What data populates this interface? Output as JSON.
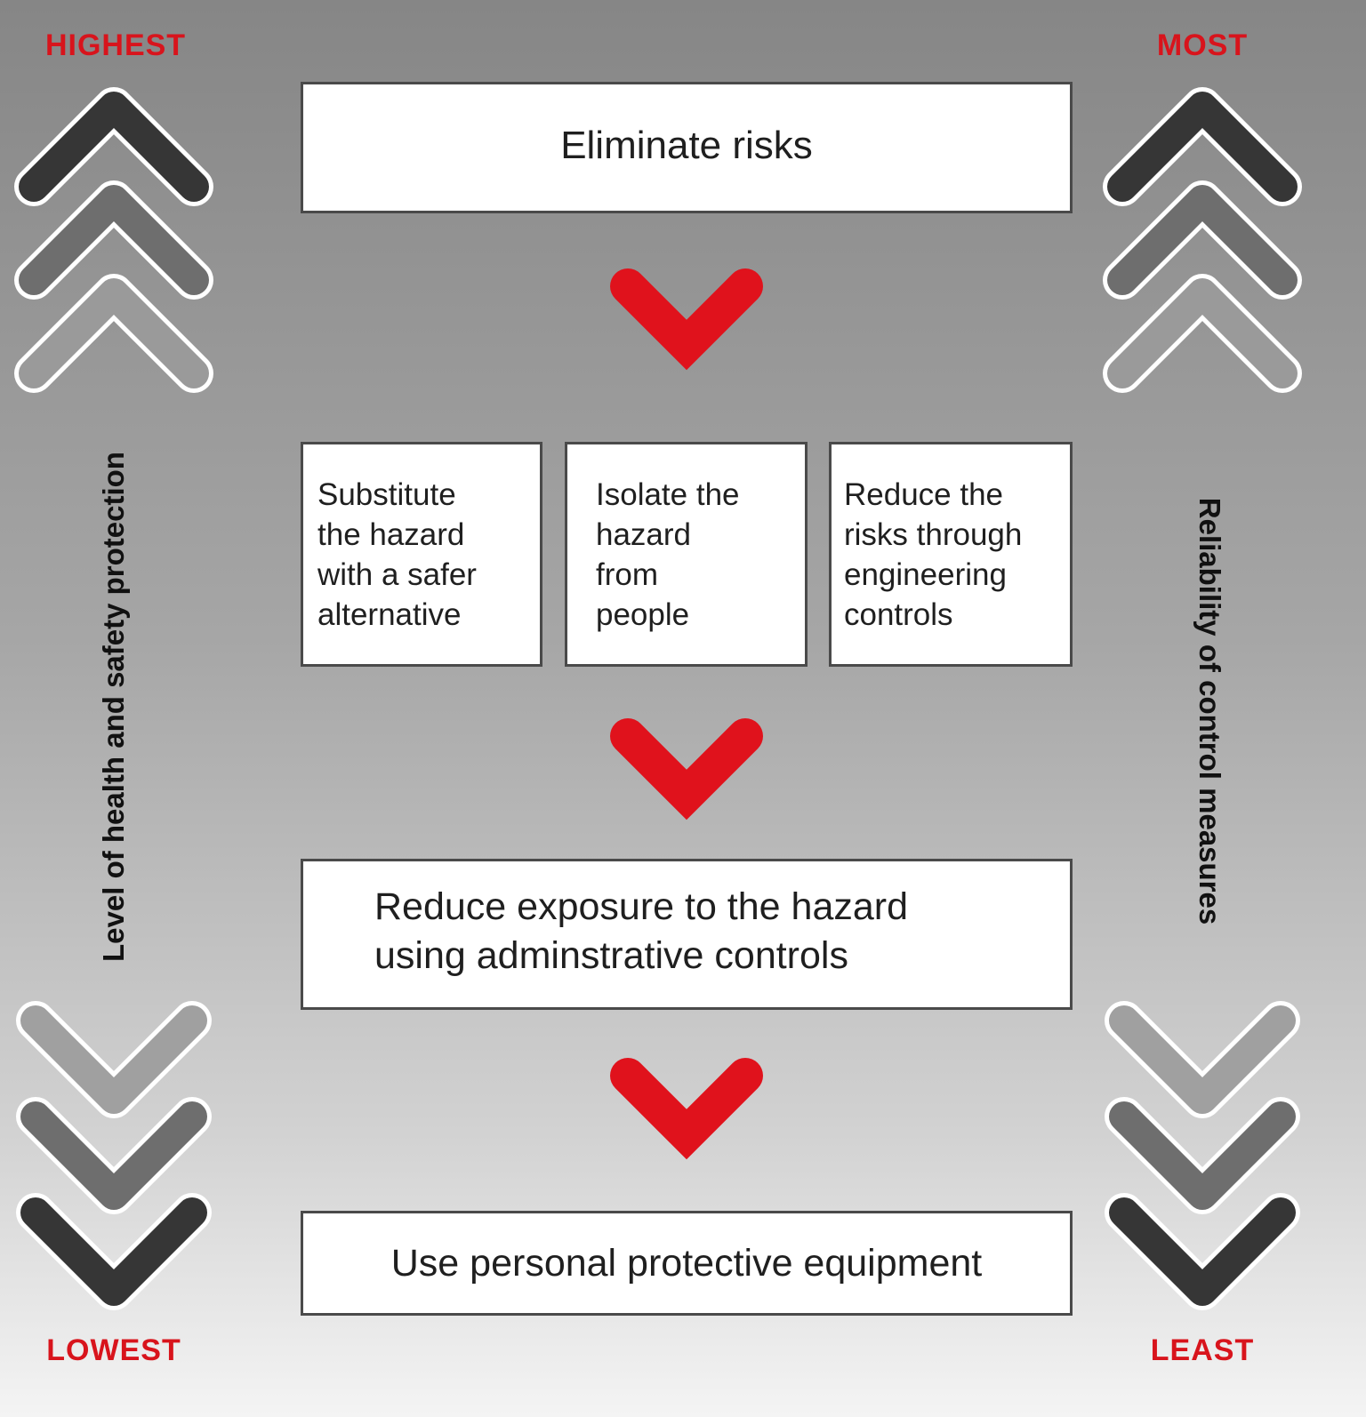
{
  "left_scale": {
    "top_label": "HIGHEST",
    "bottom_label": "LOWEST",
    "title": "Level of health and safety protection"
  },
  "right_scale": {
    "top_label": "MOST",
    "bottom_label": "LEAST",
    "title": "Reliability of control measures"
  },
  "steps": {
    "eliminate": "Eliminate risks",
    "substitute": "Substitute\nthe hazard\nwith a safer\nalternative",
    "isolate": "Isolate the\nhazard\nfrom\npeople",
    "engineering": "Reduce the\nrisks through\nengineering\ncontrols",
    "administrative": "Reduce exposure to the hazard\nusing adminstrative controls",
    "ppe": "Use personal protective equipment"
  },
  "colors": {
    "accent_red": "#e0121c",
    "chevron_dark": "#3a3a3a",
    "chevron_mid": "#6f6f6f",
    "chevron_light": "#9a9a9a"
  },
  "icons": {
    "scale_up": "chevron-up-icon",
    "scale_down": "chevron-down-icon",
    "flow_arrow": "red-chevron-down-icon"
  }
}
